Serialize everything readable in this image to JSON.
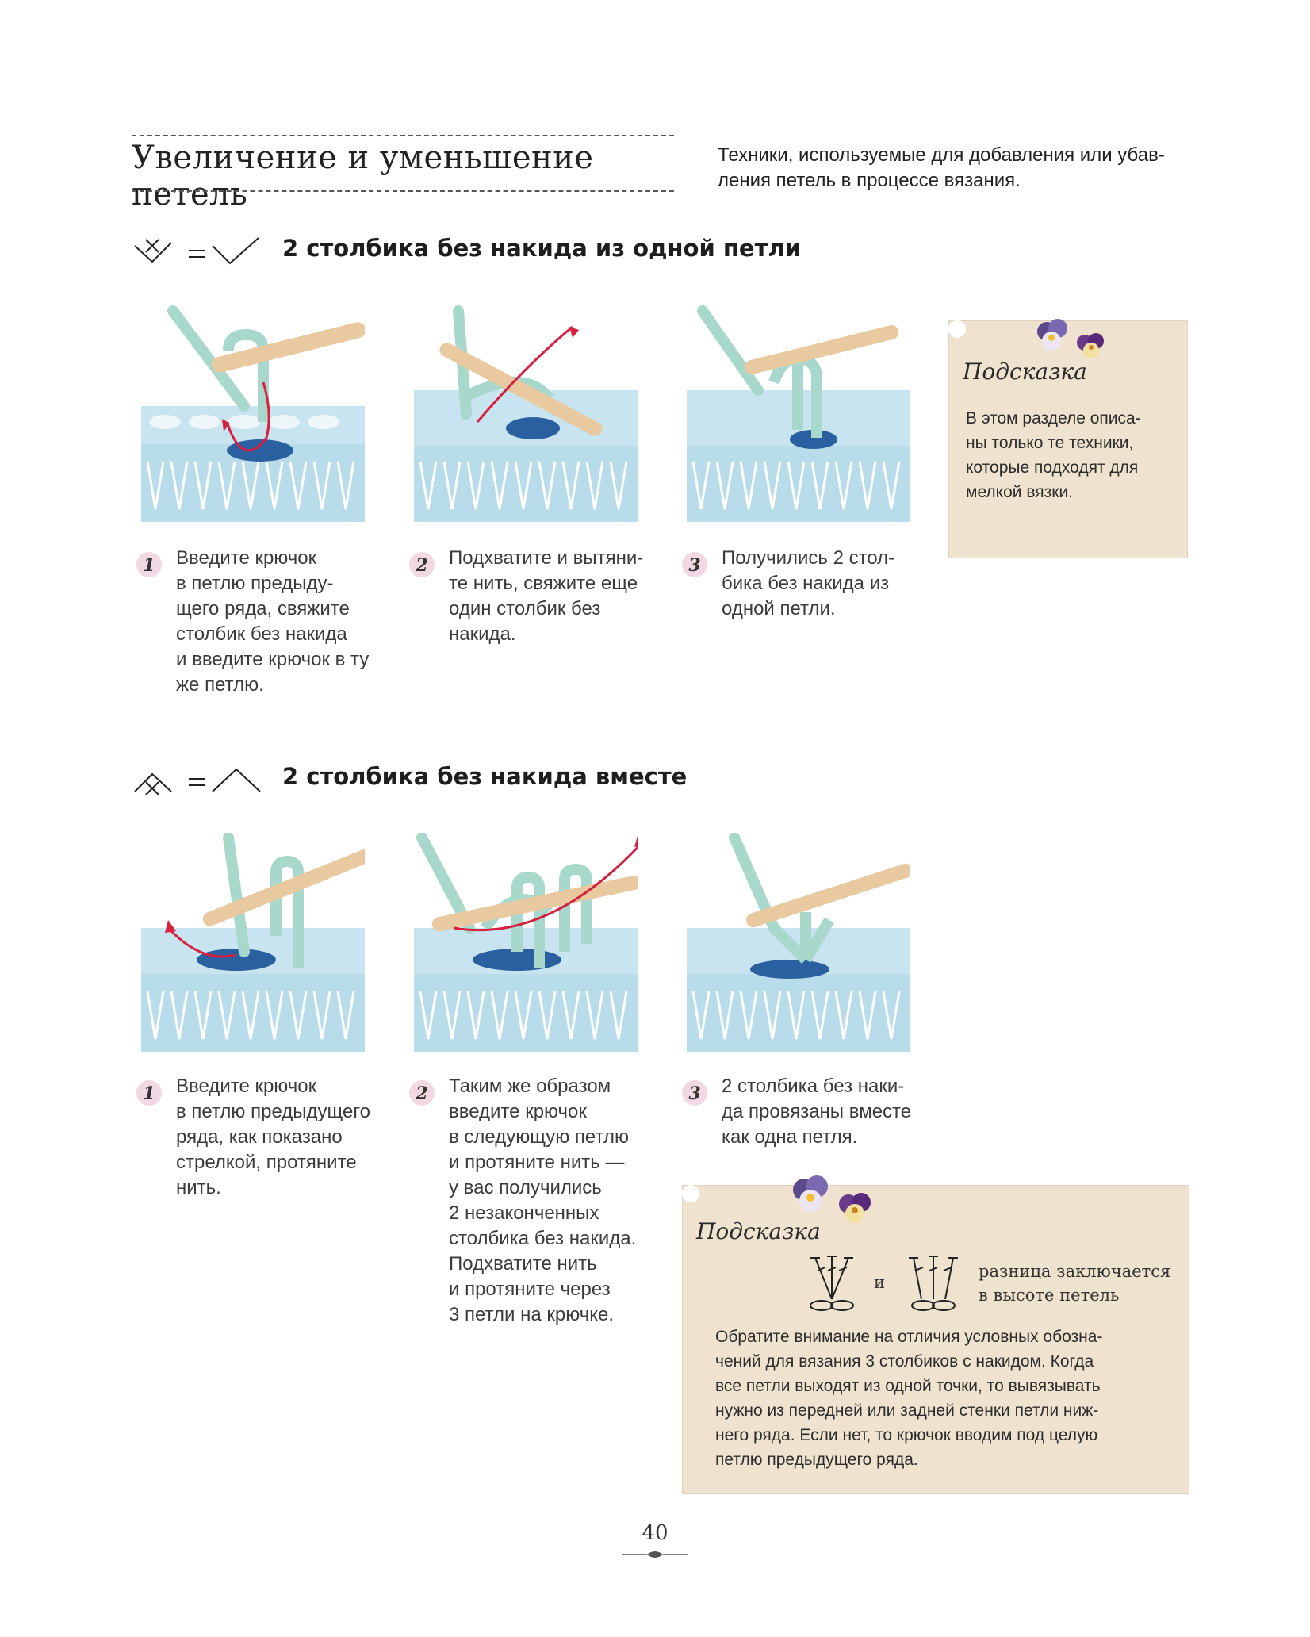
{
  "header": {
    "title": "Увеличение и уменьшение петель",
    "intro": "Техники, используемые для добавления или убав-\nления петель в процессе вязания."
  },
  "section1": {
    "title": "2 столбика без накида из одной петли",
    "symbol_icon": "increase-symbol-icon",
    "steps": [
      {
        "number": "1",
        "text": "Введите крючок\nв петлю предыду-\nщего ряда, свяжите\nстолбик без накида\nи введите крючок в ту\nже петлю."
      },
      {
        "number": "2",
        "text": "Подхватите и вытяни-\nте нить, свяжите еще\nодин столбик без\nнакида."
      },
      {
        "number": "3",
        "text": "Получились 2 стол-\nбика без накида из\nодной петли."
      }
    ]
  },
  "section2": {
    "title": "2 столбика без накида вместе",
    "symbol_icon": "decrease-symbol-icon",
    "steps": [
      {
        "number": "1",
        "text": "Введите крючок\nв петлю предыдущего\nряда, как показано\nстрелкой, протяните\nнить."
      },
      {
        "number": "2",
        "text": "Таким же образом\nвведите крючок\nв следующую петлю\nи протяните нить —\nу вас получились\n2 незаконченных\nстолбика без накида.\nПодхватите нить\nи протяните через\n3 петли на крючке."
      },
      {
        "number": "3",
        "text": "2 столбика без наки-\nда провязаны вместе\nкак одна петля."
      }
    ]
  },
  "hint1": {
    "title": "Подсказка",
    "text": "В этом разделе описа-\nны только те техники,\nкоторые подходят для\nмелкой вязки."
  },
  "hint2": {
    "title": "Подсказка",
    "conj": "и",
    "note": "разница заключается\nв высоте петель",
    "text": "Обратите внимание на отличия условных обозна-\nчений для вязания 3 столбиков с накидом. Когда\nвсе петли выходят из одной точки, то вывязывать\nнужно из передней или задней стенки петли ниж-\nнего ряда. Если нет, то крючок вводим под целую\nпетлю предыдущего ряда."
  },
  "page_number": "40",
  "colors": {
    "yarn_light": "#b9dceb",
    "yarn_mint": "#a8d8cc",
    "yarn_dark": "#2a5fa0",
    "hook": "#e8c9a0",
    "arrow": "#d8203c",
    "card_bg": "#efe2cf"
  }
}
